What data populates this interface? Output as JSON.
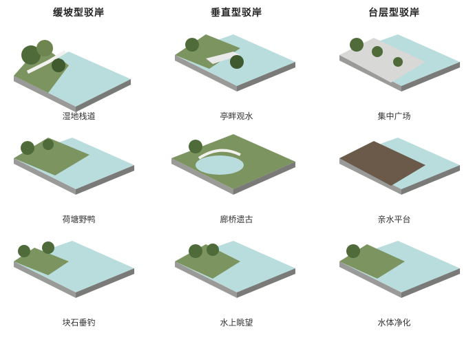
{
  "columns": [
    {
      "title": "缓坡型驳岸"
    },
    {
      "title": "垂直型驳岸"
    },
    {
      "title": "台层型驳岸"
    }
  ],
  "rows": [
    [
      "湿地栈道",
      "亭畔观水",
      "集中广场"
    ],
    [
      "荷塘野鸭",
      "廊桥遗古",
      "亲水平台"
    ],
    [
      "块石垂钓",
      "水上眺望",
      "水体净化"
    ]
  ],
  "colors": {
    "water": "#b9dcdc",
    "water_dark": "#9ecfcf",
    "base": "#9a9a98",
    "grass": "#7c9460",
    "tree": "#4f6b3a",
    "paving": "#d8d8d6"
  }
}
